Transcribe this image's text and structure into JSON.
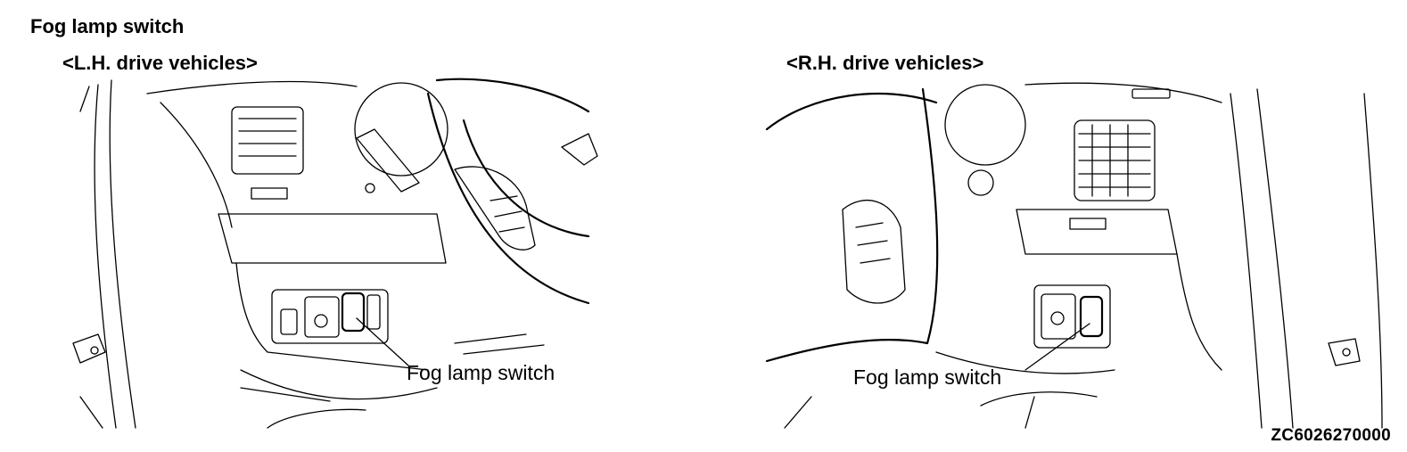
{
  "document": {
    "title": "Fog lamp switch",
    "figure_code": "ZC6026270000"
  },
  "figures": [
    {
      "heading": "<L.H. drive vehicles>",
      "callout": "Fog lamp switch"
    },
    {
      "heading": "<R.H. drive vehicles>",
      "callout": "Fog lamp switch"
    }
  ]
}
